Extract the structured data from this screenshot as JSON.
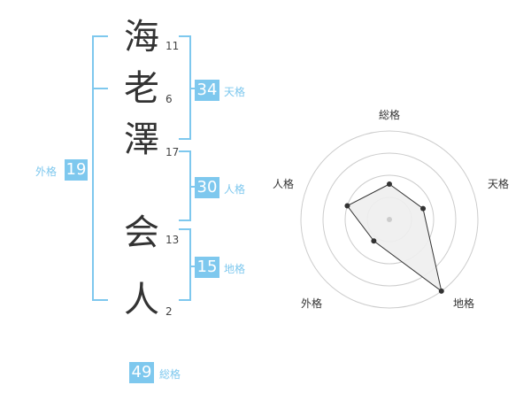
{
  "name_chars": [
    {
      "char": "海",
      "strokes": "11"
    },
    {
      "char": "老",
      "strokes": "6"
    },
    {
      "char": "澤",
      "strokes": "17"
    },
    {
      "char": "会",
      "strokes": "13"
    },
    {
      "char": "人",
      "strokes": "2"
    }
  ],
  "kaku": {
    "tenkaku": {
      "value": "34",
      "label": "天格"
    },
    "jinkaku": {
      "value": "30",
      "label": "人格"
    },
    "chikaku": {
      "value": "15",
      "label": "地格"
    },
    "gaikaku": {
      "value": "19",
      "label": "外格"
    },
    "soukaku": {
      "value": "49",
      "label": "総格"
    }
  },
  "colors": {
    "accent": "#7ec8ee",
    "text": "#333333",
    "fill": "#eeeeee",
    "ring": "#cccccc"
  },
  "chart_data": {
    "type": "radar",
    "axes": [
      "総格",
      "天格",
      "地格",
      "外格",
      "人格"
    ],
    "values": [
      0.4,
      0.4,
      1.0,
      0.3,
      0.5
    ],
    "rings": 4,
    "max": 1.0
  }
}
